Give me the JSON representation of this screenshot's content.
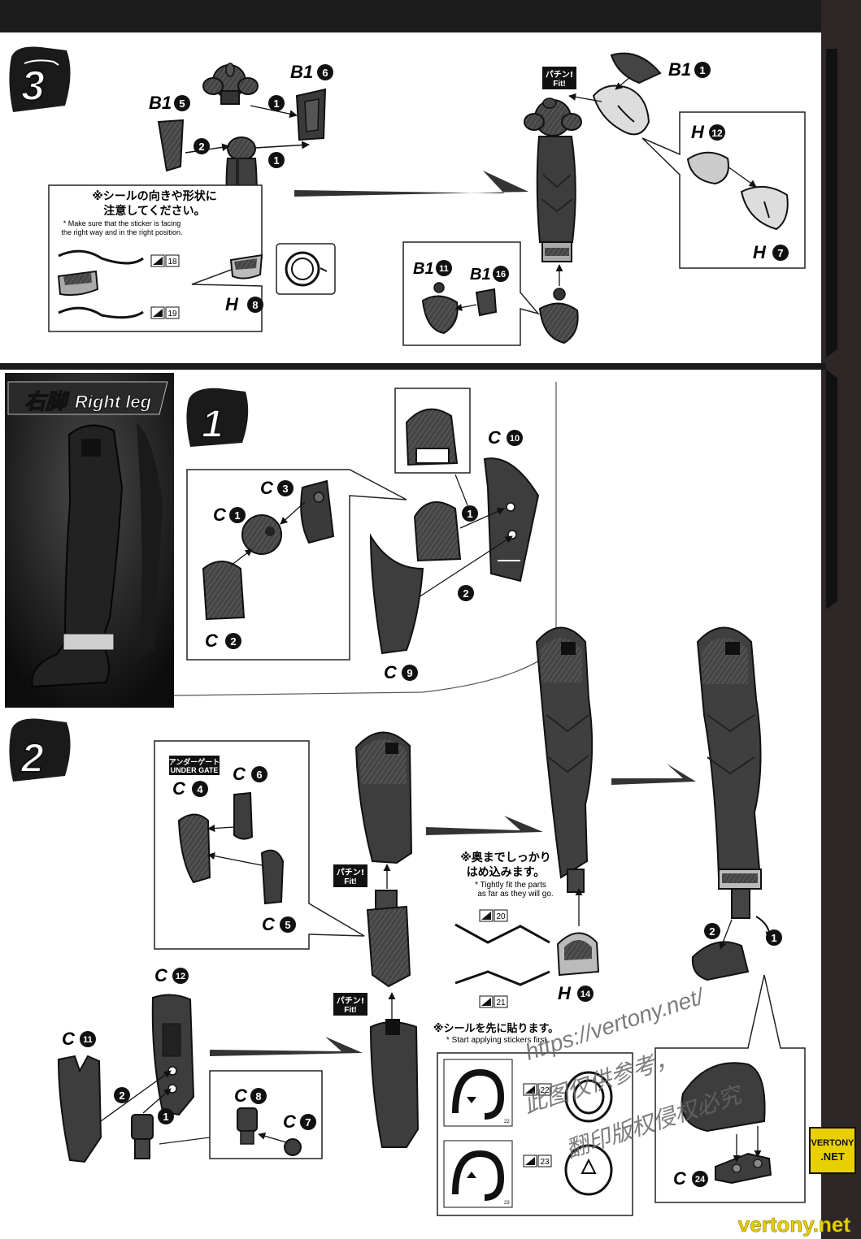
{
  "step3": {
    "number": "3",
    "parts": {
      "b16_top": {
        "letter": "B1",
        "num": "6"
      },
      "b15": {
        "letter": "B1",
        "num": "5"
      },
      "b11_top": {
        "letter": "B1",
        "num": "1"
      },
      "h12": {
        "letter": "H",
        "num": "12"
      },
      "h7": {
        "letter": "H",
        "num": "7"
      },
      "h8": {
        "letter": "H",
        "num": "8"
      },
      "b111": {
        "letter": "B1",
        "num": "11"
      },
      "b116": {
        "letter": "B1",
        "num": "16"
      }
    },
    "order": [
      "1",
      "2",
      "1"
    ],
    "fit_jp": "パチン!",
    "fit_en": "Fit!",
    "note_jp_line1": "※シールの向きや形状に",
    "note_jp_line2": "注意してください。",
    "note_en_line1": "* Make sure that the sticker is facing",
    "note_en_line2": "the right way and in the right position.",
    "sticker_a": "18",
    "sticker_b": "19"
  },
  "right_leg": {
    "label_jp": "右脚",
    "label_en": "Right leg"
  },
  "step1": {
    "number": "1",
    "parts": {
      "c1": {
        "letter": "C",
        "num": "1"
      },
      "c2": {
        "letter": "C",
        "num": "2"
      },
      "c3": {
        "letter": "C",
        "num": "3"
      },
      "c9": {
        "letter": "C",
        "num": "9"
      },
      "c10": {
        "letter": "C",
        "num": "10"
      }
    },
    "order": [
      "1",
      "2"
    ]
  },
  "step2": {
    "number": "2",
    "under_gate_jp": "アンダーゲート",
    "under_gate_en": "UNDER GATE",
    "parts": {
      "c4": {
        "letter": "C",
        "num": "4"
      },
      "c5": {
        "letter": "C",
        "num": "5"
      },
      "c6": {
        "letter": "C",
        "num": "6"
      },
      "c7": {
        "letter": "C",
        "num": "7"
      },
      "c8": {
        "letter": "C",
        "num": "8"
      },
      "c11": {
        "letter": "C",
        "num": "11"
      },
      "c12": {
        "letter": "C",
        "num": "12"
      },
      "c24": {
        "letter": "C",
        "num": "24"
      },
      "h14": {
        "letter": "H",
        "num": "14"
      }
    },
    "order": [
      "1",
      "2",
      "2",
      "1"
    ],
    "fit_jp": "パチン!",
    "fit_en": "Fit!",
    "note1_jp_line1": "※奥までしっかり",
    "note1_jp_line2": "はめ込みます。",
    "note1_en_line1": "* Tightly fit the parts",
    "note1_en_line2": "as far as they will go.",
    "note2_jp": "※シールを先に貼ります。",
    "note2_en": "* Start applying stickers first.",
    "sticker_20": "20",
    "sticker_21": "21",
    "sticker_22": "22",
    "sticker_23": "23"
  },
  "watermark": {
    "url": "https://vertony.net/",
    "cn_line1": "此图仅供参考，",
    "cn_line2": "翻印版权侵权必究",
    "badge_line1": "VERTONY",
    "badge_line2": ".NET",
    "footer": "vertony.net"
  },
  "colors": {
    "part_dark": "#3d3d3d",
    "part_mid": "#5a5a5a",
    "line": "#1a1a1a",
    "watermark_yellow": "#e8d000"
  }
}
